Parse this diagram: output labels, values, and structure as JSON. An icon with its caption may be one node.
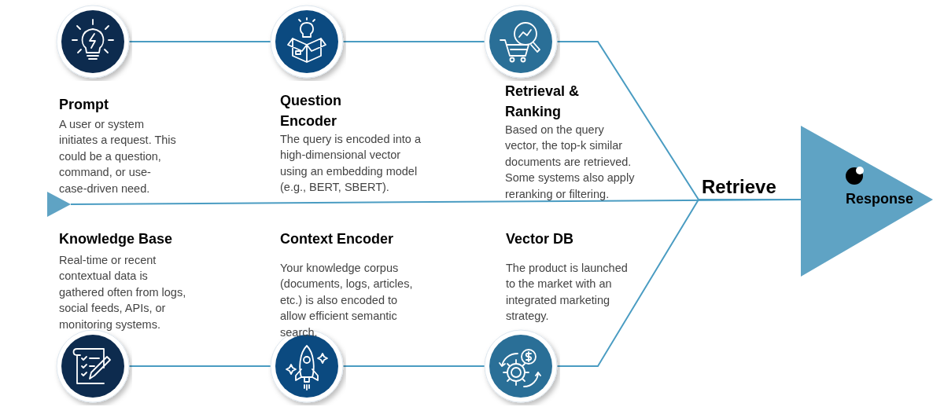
{
  "diagram": {
    "nodes": [
      {
        "text": [
          "Prompt",
          "A user or system initiates a request. This could be a question, command, or use-case-driven need."
        ]
      },
      {
        "text": [
          "Question Encoder",
          "The query is encoded into a high-dimensional vector using an embedding model (e.g., BERT, SBERT)."
        ]
      },
      {
        "text": [
          "Retrieval & Ranking",
          "Based on the query vector, the top-k similar documents are retrieved. Some systems also apply reranking or filtering."
        ]
      },
      {
        "text": [
          "Knowledge Base",
          "Real-time or recent contextual data is gathered often from logs, social feeds, APIs, or monitoring systems."
        ]
      },
      {
        "text": [
          "Context Encoder",
          "Your knowledge corpus (documents, logs, articles, etc.) is also encoded to allow efficient semantic search."
        ]
      },
      {
        "text": [
          "Vector DB",
          "The product is launched to the market with an integrated marketing strategy."
        ]
      },
      {
        "text": [
          "Response"
        ]
      },
      {
        "text": [],
        "shape": "triangle"
      }
    ],
    "edges": [
      {
        "from": 0,
        "to": 1,
        "arrow": "none"
      },
      {
        "from": 1,
        "to": 2,
        "arrow": "none"
      },
      {
        "from": 2,
        "to": 6,
        "arrow": "none"
      },
      {
        "from": 3,
        "to": 4,
        "arrow": "none"
      },
      {
        "from": 4,
        "to": 5,
        "arrow": "none"
      },
      {
        "from": 5,
        "to": 6,
        "arrow": "none"
      },
      {
        "from": 7,
        "to": 6,
        "arrow": "none",
        "label": "Retrieve"
      }
    ]
  }
}
